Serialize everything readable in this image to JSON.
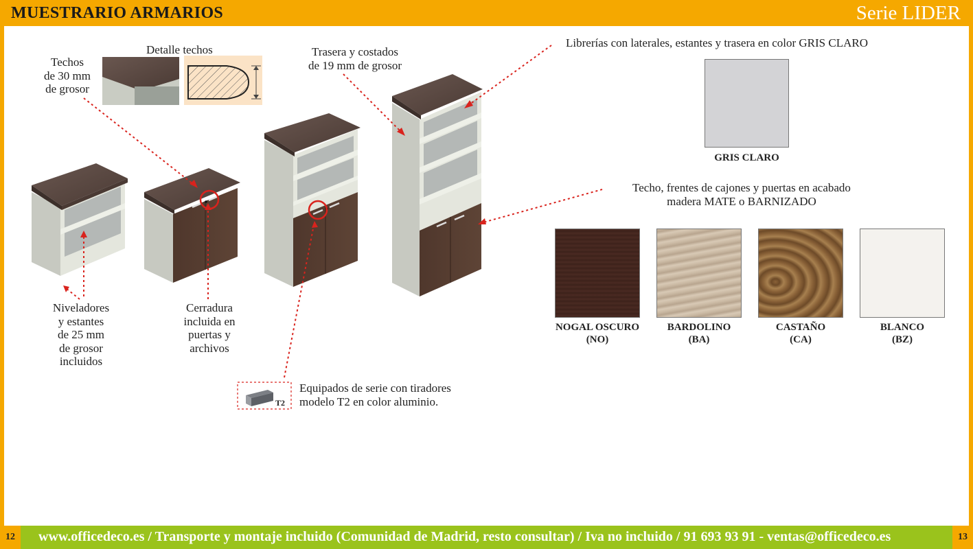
{
  "header": {
    "title": "MUESTRARIO ARMARIOS",
    "serie": "Serie LIDER"
  },
  "labels": {
    "detalle_techos": "Detalle techos",
    "techos": [
      "Techos",
      "de 30 mm",
      "de grosor"
    ],
    "trasera": [
      "Trasera y costados",
      "de 19 mm de grosor"
    ],
    "librerias": "Librerías con laterales, estantes y trasera en color GRIS CLARO",
    "techo_frentes": [
      "Techo, frentes de cajones y puertas en acabado",
      "madera MATE o BARNIZADO"
    ],
    "niveladores": [
      "Niveladores",
      "y estantes",
      "de 25 mm",
      "de grosor",
      "incluidos"
    ],
    "cerradura": [
      "Cerradura",
      "incluida en",
      "puertas y",
      "archivos"
    ],
    "equipados": [
      "Equipados de serie con tiradores",
      "modelo T2 en color aluminio."
    ],
    "t2": "T2"
  },
  "swatches": {
    "gris": {
      "name": "GRIS CLARO",
      "color": "#d3d3d6"
    },
    "woods": [
      {
        "name": "NOGAL OSCURO",
        "code": "(NO)",
        "color": "#4a2a22"
      },
      {
        "name": "BARDOLINO",
        "code": "(BA)",
        "color": "#cbbaa4"
      },
      {
        "name": "CASTAÑO",
        "code": "(CA)",
        "color": "#8a6238"
      },
      {
        "name": "BLANCO",
        "code": "(BZ)",
        "color": "#f4f2ee"
      }
    ]
  },
  "footer": {
    "text": "www.officedeco.es / Transporte y montaje incluido (Comunidad de Madrid, resto consultar) / Iva no incluido / 91 693 93 91 - ventas@officedeco.es",
    "page_left": "12",
    "page_right": "13"
  },
  "colors": {
    "orange": "#f5a800",
    "green": "#9ac31c",
    "arrow": "#d9231d",
    "wood_top": "#5a4a44",
    "door": "#4e362c",
    "body": "#dfe1d9"
  }
}
